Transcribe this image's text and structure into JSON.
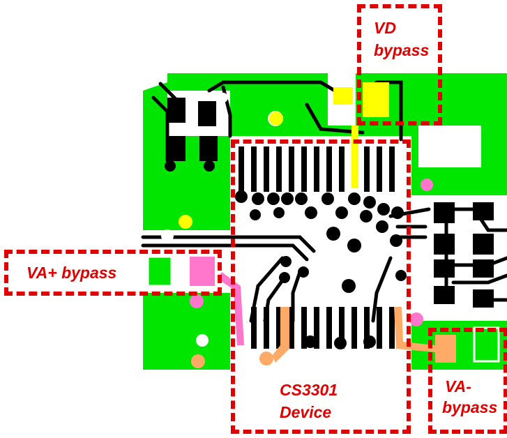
{
  "labels": {
    "vd_line1": "VD",
    "vd_line2": "bypass",
    "va_plus": "VA+ bypass",
    "device_line1": "CS3301",
    "device_line2": "Device",
    "va_minus_line1": "VA-",
    "va_minus_line2": "bypass"
  },
  "colors": {
    "board_green": "#00e600",
    "trace_black": "#000000",
    "pad_yellow": "#ffff00",
    "pad_pink": "#ff77cc",
    "pad_orange": "#ffaa66",
    "highlight_red": "#e00000"
  }
}
